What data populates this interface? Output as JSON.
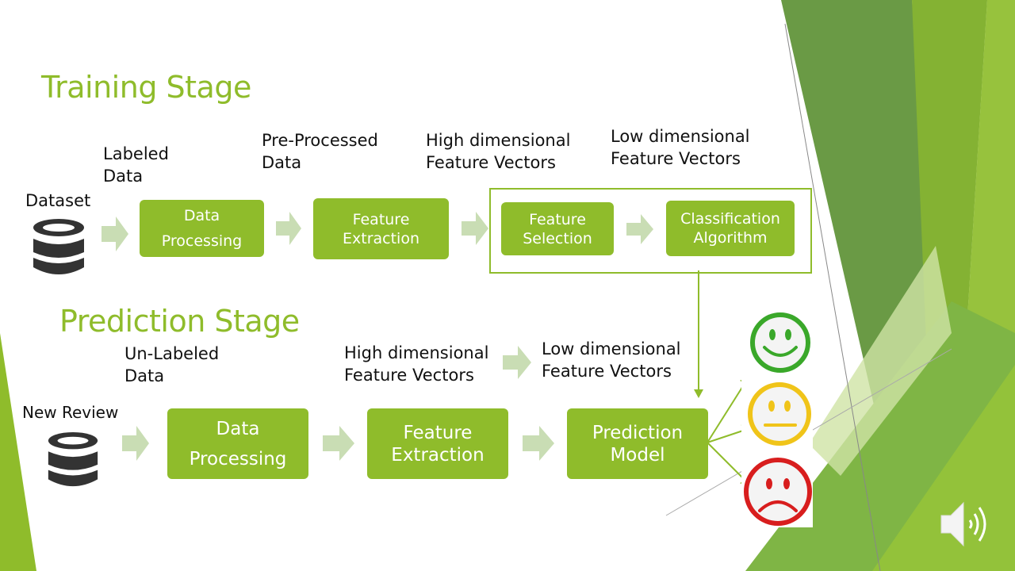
{
  "slide": {
    "accent_color": "#8fbc2b",
    "box_color": "#8fbc2b",
    "arrow_color": "#c9ddb4"
  },
  "training": {
    "title": "Training Stage",
    "source_label": "Dataset",
    "source_icon": "database-icon",
    "labels": [
      "Labeled\nData",
      "Pre-Processed\nData",
      "High dimensional\nFeature Vectors",
      "Low dimensional\nFeature Vectors"
    ],
    "steps": [
      "Data\nProcessing",
      "Feature\nExtraction",
      "Feature\nSelection",
      "Classification\nAlgorithm"
    ]
  },
  "prediction": {
    "title": "Prediction Stage",
    "source_label": "New Review",
    "source_icon": "database-icon",
    "labels": [
      "Un-Labeled\nData",
      "High dimensional\nFeature Vectors",
      "Low dimensional\nFeature Vectors"
    ],
    "steps": [
      "Data\nProcessing",
      "Feature\nExtraction",
      "Prediction\nModel"
    ],
    "outputs": [
      {
        "name": "positive",
        "icon": "happy-face-icon",
        "color": "#3aa82a"
      },
      {
        "name": "neutral",
        "icon": "neutral-face-icon",
        "color": "#f0c419"
      },
      {
        "name": "negative",
        "icon": "sad-face-icon",
        "color": "#d81e1e"
      }
    ]
  },
  "controls": {
    "audio_icon": "speaker-icon"
  }
}
